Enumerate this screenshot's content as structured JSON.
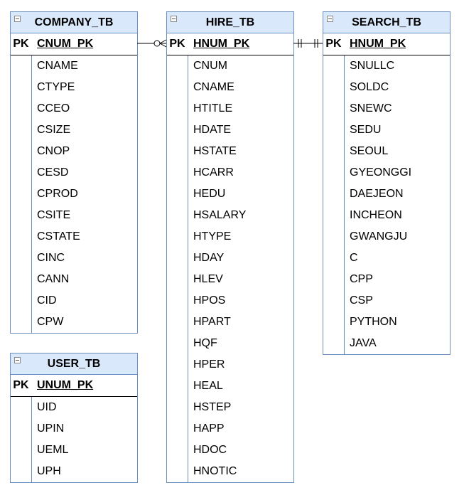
{
  "tables": {
    "company": {
      "name": "COMPANY_TB",
      "pk_label": "PK",
      "pk_field": "CNUM_PK",
      "fields": [
        "CNAME",
        "CTYPE",
        "CCEO",
        "CSIZE",
        "CNOP",
        "CESD",
        "CPROD",
        "CSITE",
        "CSTATE",
        "CINC",
        "CANN",
        "CID",
        "CPW"
      ]
    },
    "hire": {
      "name": "HIRE_TB",
      "pk_label": "PK",
      "pk_field": "HNUM_PK",
      "fields": [
        "CNUM",
        "CNAME",
        "HTITLE",
        "HDATE",
        "HSTATE",
        "HCARR",
        "HEDU",
        "HSALARY",
        "HTYPE",
        "HDAY",
        "HLEV",
        "HPOS",
        "HPART",
        "HQF",
        "HPER",
        "HEAL",
        "HSTEP",
        "HAPP",
        "HDOC",
        "HNOTIC"
      ]
    },
    "search": {
      "name": "SEARCH_TB",
      "pk_label": "PK",
      "pk_field": "HNUM_PK",
      "fields": [
        "SNULLC",
        "SOLDC",
        "SNEWC",
        "SEDU",
        "SEOUL",
        "GYEONGGI",
        "DAEJEON",
        "INCHEON",
        "GWANGJU",
        "C",
        "CPP",
        "CSP",
        "PYTHON",
        "JAVA"
      ]
    },
    "user": {
      "name": "USER_TB",
      "pk_label": "PK",
      "pk_field": "UNUM_PK",
      "fields": [
        "UID",
        "UPIN",
        "UEML",
        "UPH"
      ]
    }
  },
  "relationships": [
    {
      "from": "company",
      "to": "hire",
      "from_end": "none",
      "to_end": "zero-or-many"
    },
    {
      "from": "hire",
      "to": "search",
      "from_end": "exactly-one",
      "to_end": "exactly-one"
    }
  ]
}
